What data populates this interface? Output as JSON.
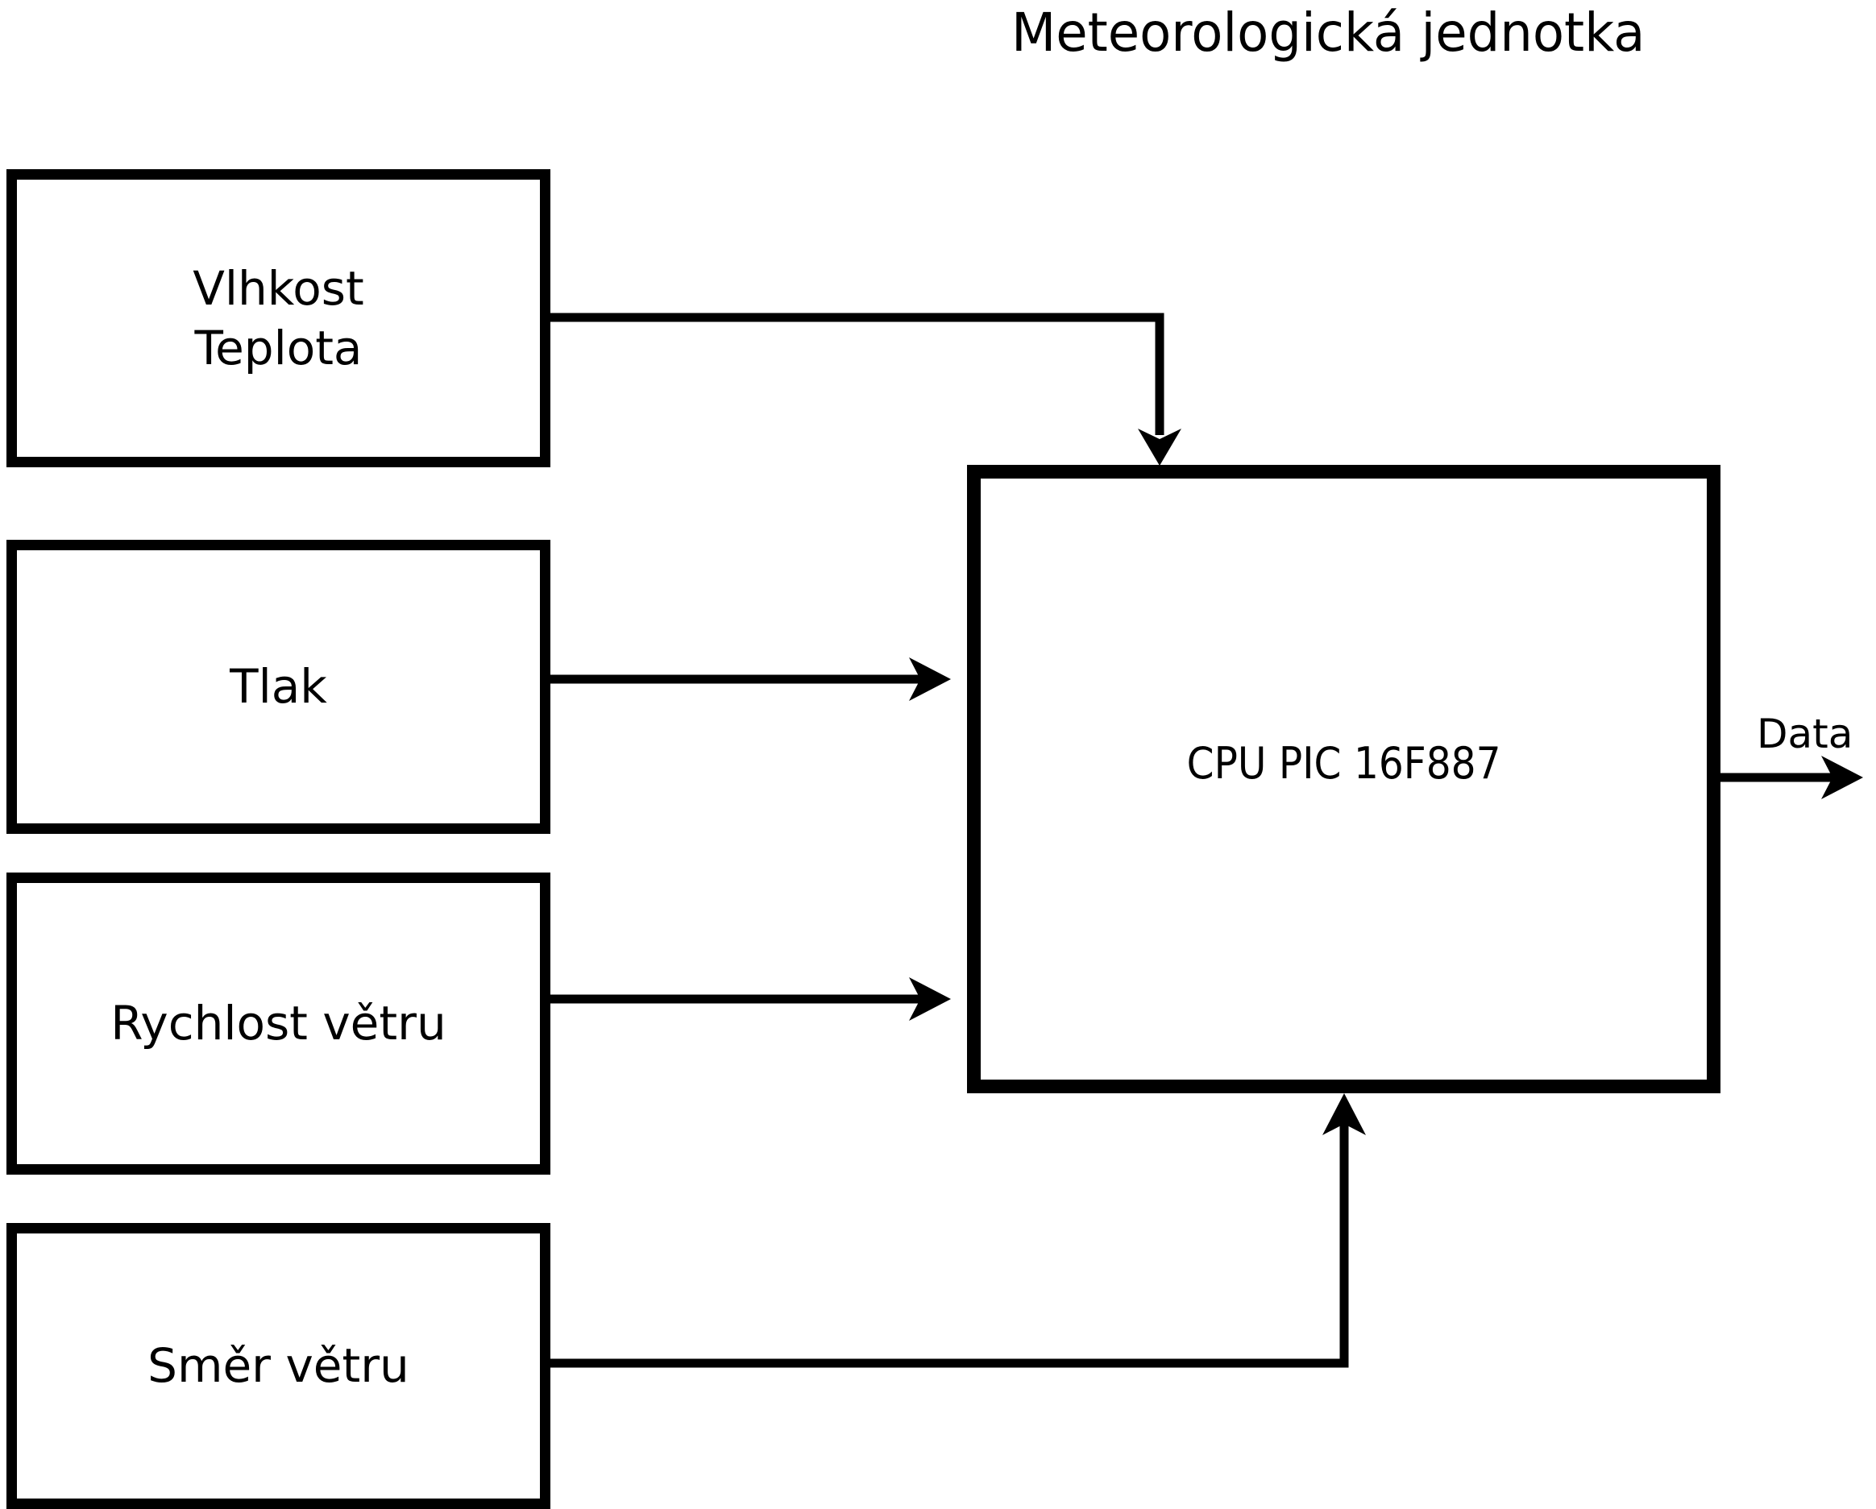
{
  "title": "Meteorologická jednotka",
  "inputs": [
    {
      "name": "humidity-temperature",
      "lines": [
        "Vlhkost",
        "Teplota"
      ]
    },
    {
      "name": "pressure",
      "lines": [
        "Tlak"
      ]
    },
    {
      "name": "wind-speed",
      "lines": [
        "Rychlost větru"
      ]
    },
    {
      "name": "wind-direction",
      "lines": [
        "Směr větru"
      ]
    }
  ],
  "processor": {
    "label": "CPU PIC 16F887"
  },
  "output_arrow": {
    "label": "Data"
  },
  "colors": {
    "foreground": "#000000",
    "background": "#ffffff"
  }
}
